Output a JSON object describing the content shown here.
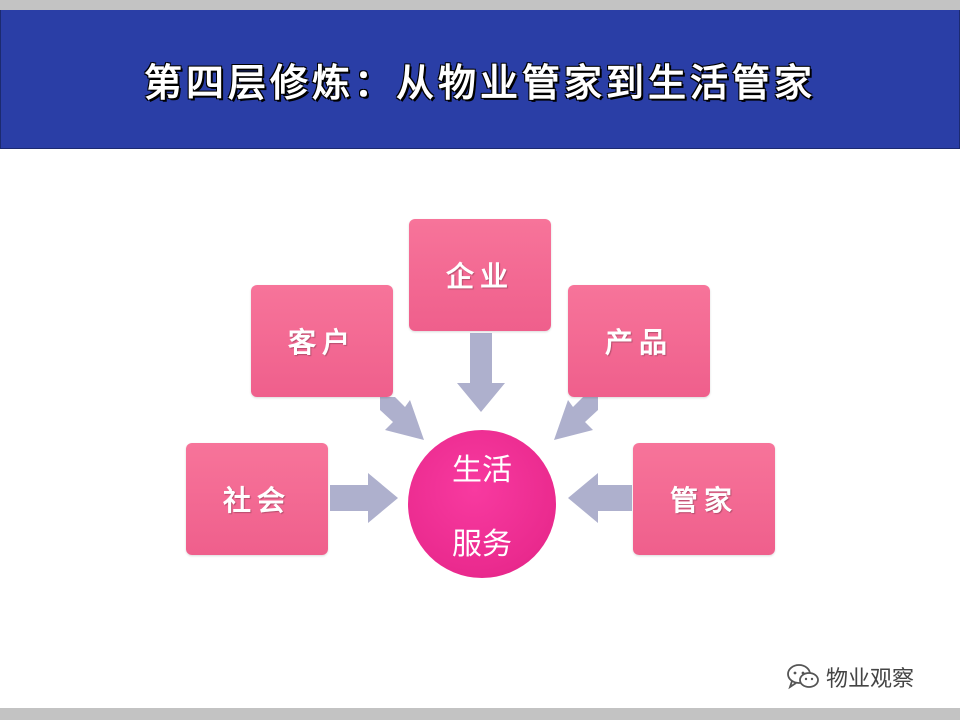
{
  "header": {
    "title": "第四层修炼：从物业管家到生活管家"
  },
  "diagram": {
    "center": {
      "line1": "生活",
      "line2": "服务",
      "color": "#ee2e92"
    },
    "nodes": {
      "enterprise": "企业",
      "customer": "客户",
      "product": "产品",
      "society": "社会",
      "steward": "管家"
    },
    "node_color": "#f16a93",
    "arrow_color": "#aeb0cd"
  },
  "watermark": {
    "text": "物业观察",
    "icon": "wechat-icon"
  },
  "colors": {
    "header_bg": "#2a3ea6",
    "strip": "#c3c3c3"
  }
}
